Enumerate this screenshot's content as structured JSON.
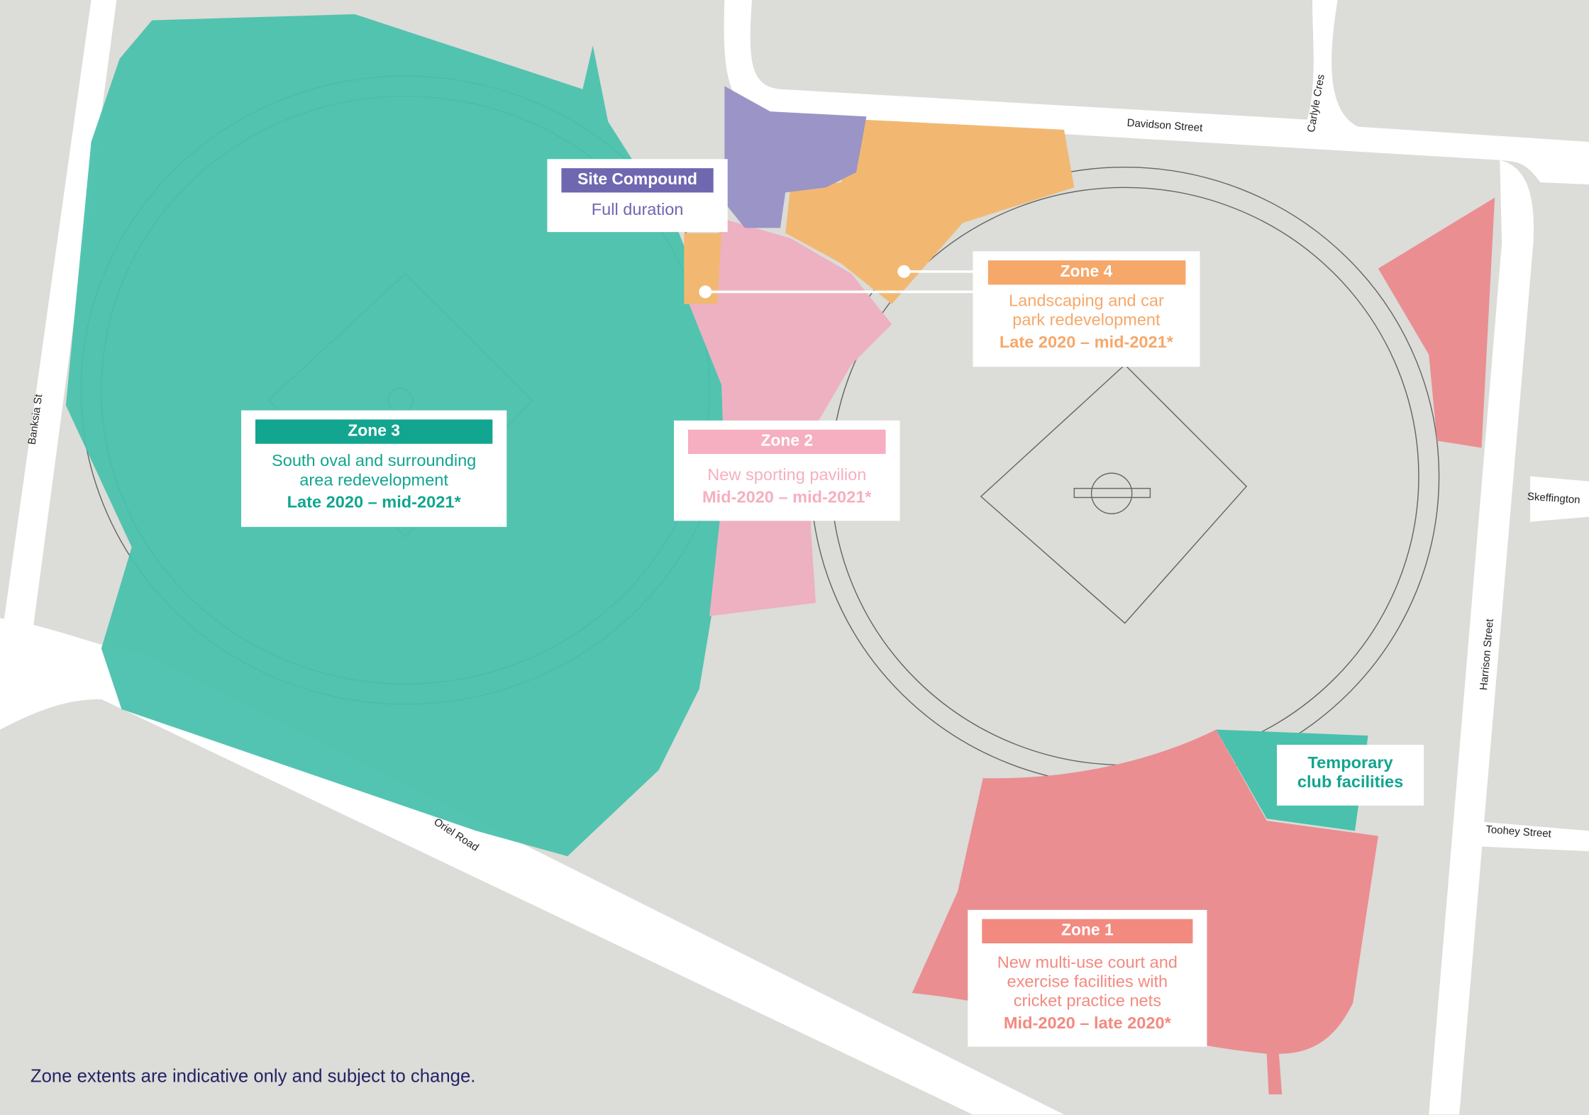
{
  "colors": {
    "background": "#dcdcd8",
    "road": "#ffffff",
    "zone1": "#ea8e92",
    "zone2": "#edb1c2",
    "zone3": "#4ac1ad",
    "zone4": "#f2b872",
    "site_compound": "#9a95c6",
    "note_text": "#242466"
  },
  "streets": {
    "davidson": "Davidson Street",
    "carlyle": "Carlyle Cres",
    "banksia": "Banksia St",
    "skeffington": "Skeffington",
    "harrison": "Harrison Street",
    "toohey": "Toohey Street",
    "oriel": "Oriel Road"
  },
  "labels": {
    "site_compound": {
      "title": "Site Compound",
      "description": "Full duration",
      "color": "#6f67b0"
    },
    "zone4": {
      "title": "Zone 4",
      "description_1": "Landscaping and car",
      "description_2": "park redevelopment",
      "dates": "Late 2020 – mid-2021*",
      "color": "#f6a86a"
    },
    "zone3": {
      "title": "Zone 3",
      "description_1": "South oval and surrounding",
      "description_2": "area redevelopment",
      "dates": "Late 2020 – mid-2021*",
      "color": "#12a58f"
    },
    "zone2": {
      "title": "Zone 2",
      "description_1": "New sporting pavilion",
      "dates": "Mid-2020 – mid-2021*",
      "color": "#f6afc0"
    },
    "zone1": {
      "title": "Zone 1",
      "description_1": "New multi-use court and",
      "description_2": "exercise facilities with",
      "description_3": "cricket practice nets",
      "dates": "Mid-2020 – late 2020*",
      "color": "#f28a80"
    },
    "temporary": {
      "line_1": "Temporary",
      "line_2": "club facilities",
      "color": "#12a58f"
    }
  },
  "footnote": "Zone extents are indicative only and subject to change."
}
